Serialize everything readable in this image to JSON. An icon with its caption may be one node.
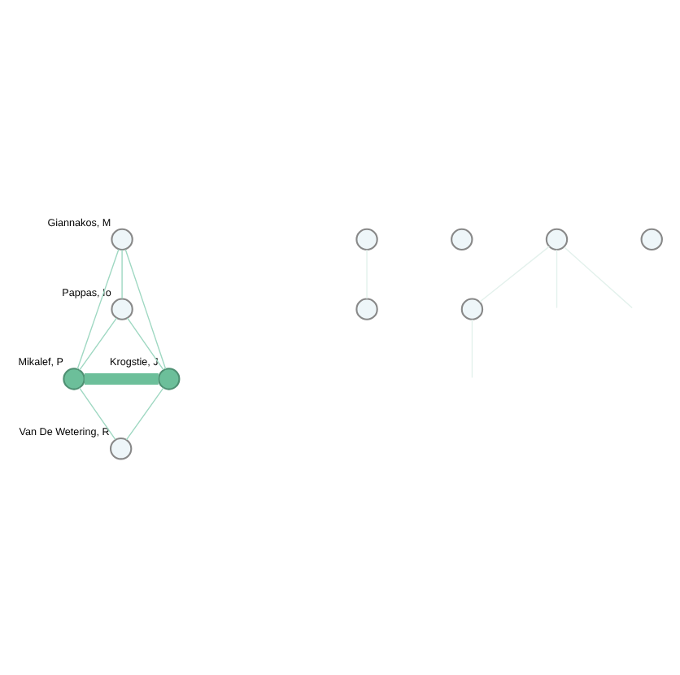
{
  "diagram": {
    "nodes": [
      {
        "text": [
          "Giannakos, M"
        ]
      },
      {
        "text": [],
        "shape": "circle"
      },
      {
        "text": [
          "Pappas, Io"
        ]
      },
      {
        "text": [
          "Mikalef, P"
        ]
      },
      {
        "text": [
          "Krogstie, J"
        ]
      },
      {
        "text": [],
        "shape": "circle"
      },
      {
        "text": [],
        "shape": "circle"
      },
      {
        "text": [],
        "shape": "circle"
      },
      {
        "text": [
          "Van De Wetering, R"
        ]
      },
      {
        "text": [],
        "shape": "circle"
      },
      {
        "text": [],
        "shape": "circle"
      }
    ],
    "edges": [
      {
        "from": 0,
        "to": 2,
        "arrow": "none"
      },
      {
        "from": 0,
        "to": 3,
        "arrow": "none"
      },
      {
        "from": 2,
        "to": 3,
        "arrow": "none"
      },
      {
        "from": 2,
        "to": 4,
        "arrow": "none"
      },
      {
        "from": 0,
        "to": 4,
        "arrow": "none"
      },
      {
        "from": 3,
        "to": 4,
        "arrow": "none",
        "style": "thick",
        "color": "#6cbf9a"
      },
      {
        "from": 3,
        "to": 8,
        "arrow": "none"
      },
      {
        "from": 4,
        "to": 8,
        "arrow": "none"
      },
      {
        "from": 1,
        "to": 5,
        "arrow": "none",
        "color": "#e3f1ec"
      },
      {
        "from": 7,
        "to": 9,
        "arrow": "none",
        "color": "#e3f1ec"
      },
      {
        "from": 7,
        "to": null,
        "arrow": "none",
        "color": "#e3f1ec"
      },
      {
        "from": 7,
        "to": null,
        "arrow": "none",
        "color": "#e3f1ec"
      },
      {
        "from": 9,
        "to": null,
        "arrow": "none",
        "color": "#e3f1ec"
      }
    ]
  }
}
